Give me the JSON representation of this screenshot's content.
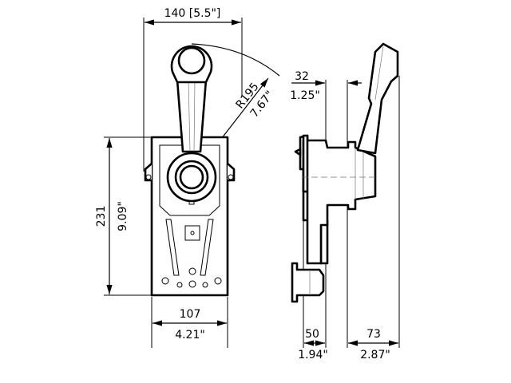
{
  "dimensions": {
    "top_width": "140 [5.5\"]",
    "radius_mm": "R195",
    "radius_in": "7.67\"",
    "height_mm": "231",
    "height_in": "9.09\"",
    "front_width_mm": "107",
    "front_width_in": "4.21\"",
    "top_offset_mm": "32",
    "top_offset_in": "1.25\"",
    "depth_mm": "50",
    "depth_in": "1.94\"",
    "handle_depth_mm": "73",
    "handle_depth_in": "2.87\""
  }
}
